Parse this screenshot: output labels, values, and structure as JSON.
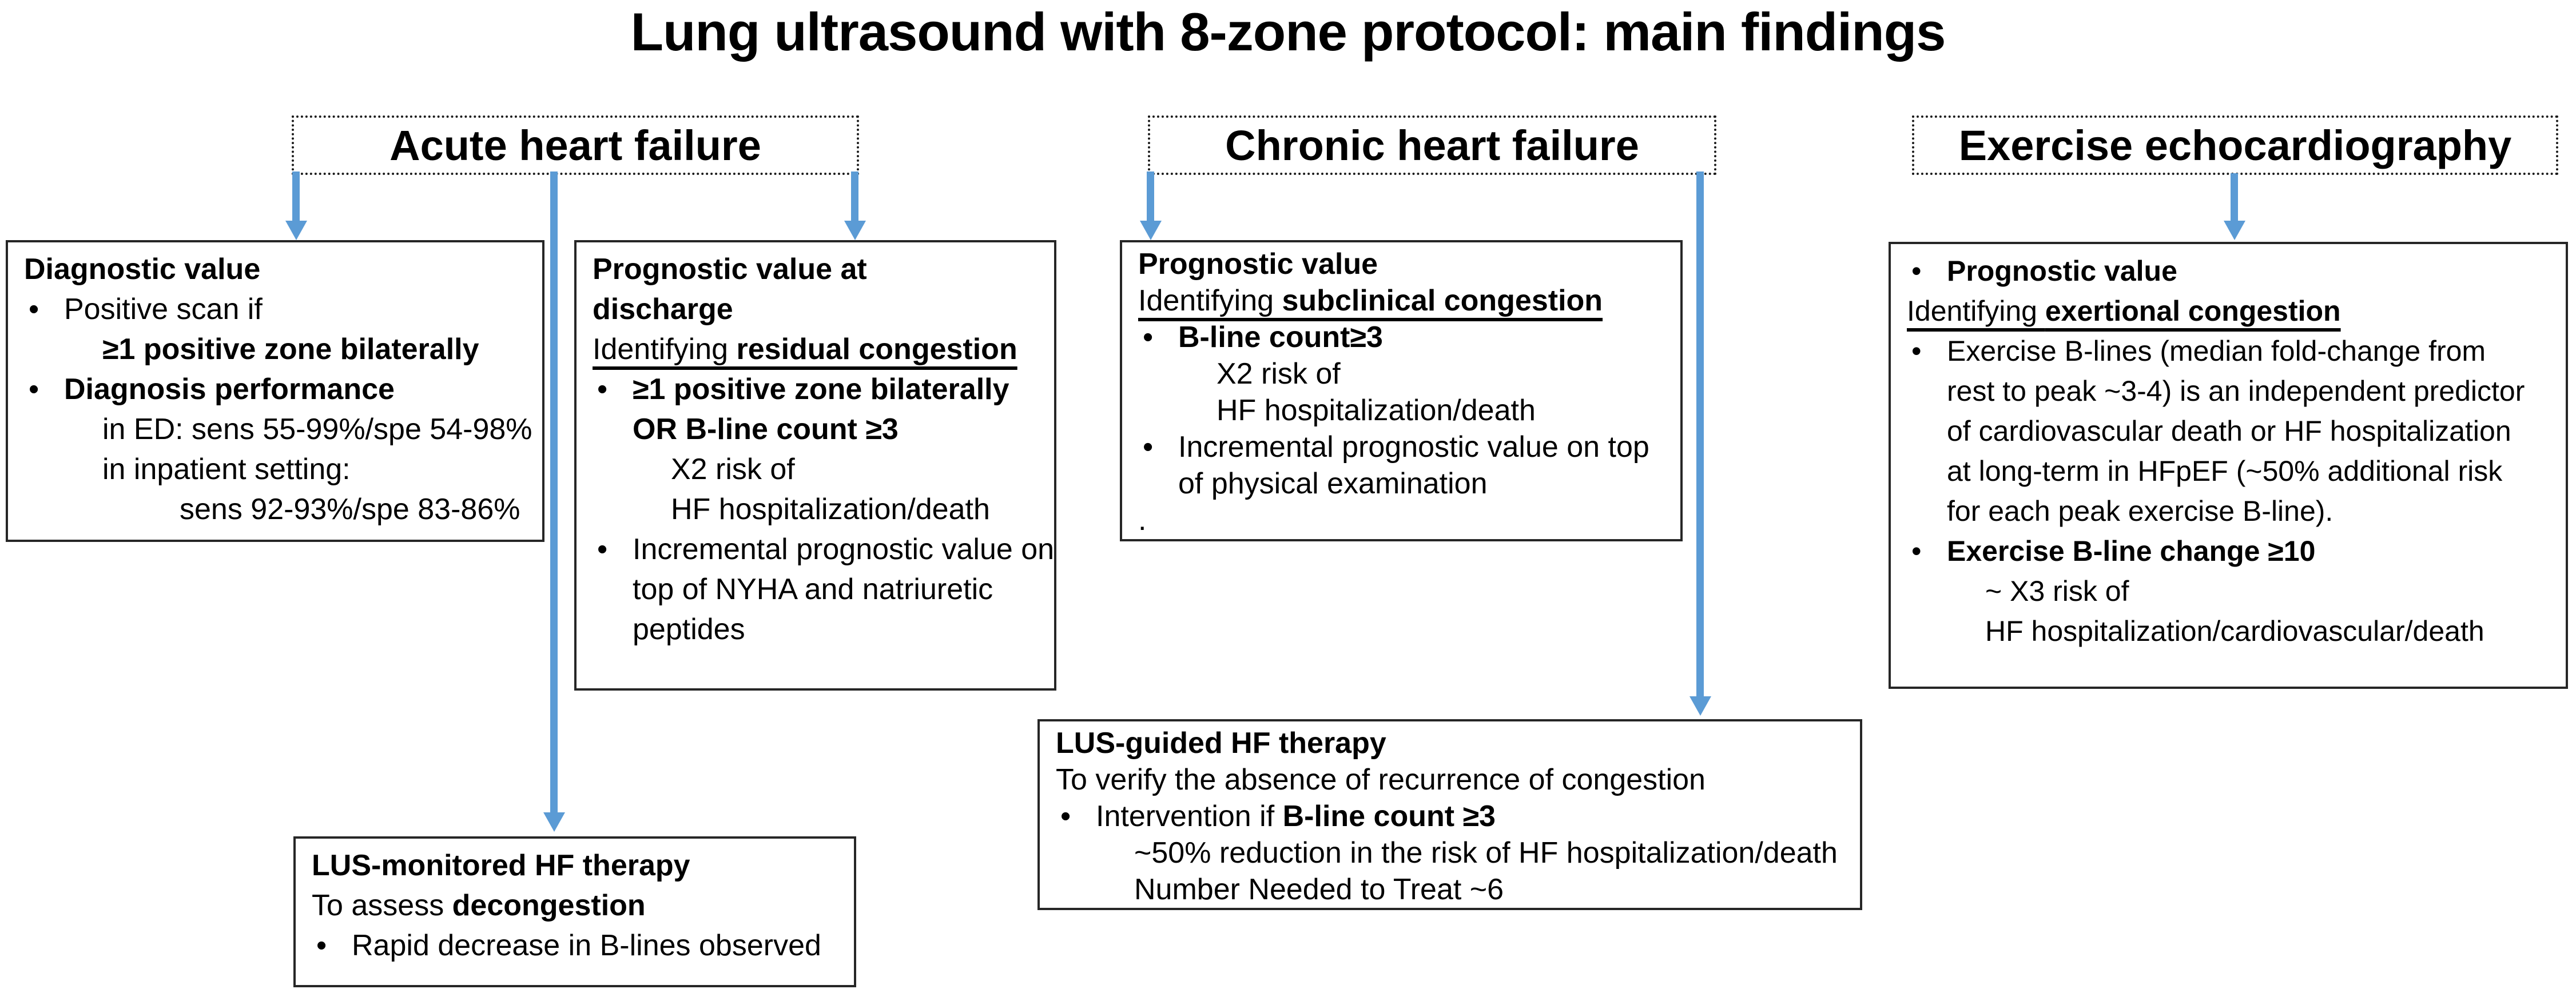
{
  "title": "Lung ultrasound with 8-zone protocol: main findings",
  "colors": {
    "arrow": "#5B9BD5",
    "box_border": "#262626"
  },
  "headers": [
    {
      "label": "Acute heart failure"
    },
    {
      "label": "Chronic heart failure"
    },
    {
      "label": "Exercise echocardiography"
    }
  ],
  "boxes": [
    {
      "name": "acute-diagnostic-value",
      "lines": [
        {
          "i": 0,
          "seg": [
            {
              "t": "Diagnostic value",
              "b": 1
            }
          ]
        },
        {
          "i": 1,
          "bullet": 1,
          "seg": [
            {
              "t": "Positive scan if"
            }
          ]
        },
        {
          "i": 2,
          "seg": [
            {
              "t": "≥1 positive zone bilaterally",
              "b": 1
            }
          ]
        },
        {
          "i": 1,
          "bullet": 1,
          "seg": [
            {
              "t": "Diagnosis performance",
              "b": 1
            }
          ]
        },
        {
          "i": 2,
          "seg": [
            {
              "t": "in ED: sens 55-99%/spe 54-98%"
            }
          ]
        },
        {
          "i": 2,
          "seg": [
            {
              "t": "in inpatient setting:"
            }
          ]
        },
        {
          "i": 3,
          "seg": [
            {
              "t": "sens 92-93%/spe 83-86%"
            }
          ]
        }
      ]
    },
    {
      "name": "acute-prognostic-value-at-discharge",
      "lines": [
        {
          "i": 0,
          "seg": [
            {
              "t": "Prognostic value at",
              "b": 1
            }
          ]
        },
        {
          "i": 0,
          "seg": [
            {
              "t": "discharge",
              "b": 1
            }
          ]
        },
        {
          "i": 0,
          "seg": [
            {
              "t": "Identifying ",
              "u": 1
            },
            {
              "t": "residual congestion",
              "b": 1,
              "u": 1
            }
          ]
        },
        {
          "i": 1,
          "bullet": 1,
          "seg": [
            {
              "t": "≥1 positive zone bilaterally",
              "b": 1
            }
          ]
        },
        {
          "i": 1,
          "seg": [
            {
              "t": "OR B-line count ≥3",
              "b": 1
            }
          ]
        },
        {
          "i": 2,
          "seg": [
            {
              "t": "X2 risk of"
            }
          ]
        },
        {
          "i": 2,
          "seg": [
            {
              "t": "HF hospitalization/death"
            }
          ]
        },
        {
          "i": 1,
          "bullet": 1,
          "seg": [
            {
              "t": "Incremental prognostic value on"
            }
          ]
        },
        {
          "i": 1,
          "seg": [
            {
              "t": "top of NYHA and natriuretic"
            }
          ]
        },
        {
          "i": 1,
          "seg": [
            {
              "t": "peptides"
            }
          ]
        }
      ]
    },
    {
      "name": "chronic-prognostic-value",
      "lines": [
        {
          "i": 0,
          "seg": [
            {
              "t": "Prognostic value",
              "b": 1
            }
          ]
        },
        {
          "i": 0,
          "seg": [
            {
              "t": "Identifying ",
              "u": 1
            },
            {
              "t": "subclinical congestion",
              "b": 1,
              "u": 1
            }
          ]
        },
        {
          "i": 1,
          "bullet": 1,
          "seg": [
            {
              "t": "B-line count≥3",
              "b": 1
            }
          ]
        },
        {
          "i": 2,
          "seg": [
            {
              "t": "X2 risk of"
            }
          ]
        },
        {
          "i": 2,
          "seg": [
            {
              "t": "HF hospitalization/death"
            }
          ]
        },
        {
          "i": 1,
          "bullet": 1,
          "seg": [
            {
              "t": "Incremental prognostic value on top"
            }
          ]
        },
        {
          "i": 1,
          "seg": [
            {
              "t": "of physical examination"
            }
          ]
        },
        {
          "i": 0,
          "seg": [
            {
              "t": "."
            }
          ]
        }
      ]
    },
    {
      "name": "exercise-prognostic-value",
      "lines": [
        {
          "i": 1,
          "bullet": 1,
          "seg": [
            {
              "t": "Prognostic value",
              "b": 1
            }
          ]
        },
        {
          "i": 0,
          "seg": [
            {
              "t": "Identifying ",
              "u": 1
            },
            {
              "t": "exertional congestion",
              "b": 1,
              "u": 1
            }
          ]
        },
        {
          "i": 1,
          "bullet": 1,
          "seg": [
            {
              "t": "Exercise B-lines (median fold-change from"
            }
          ]
        },
        {
          "i": 1,
          "seg": [
            {
              "t": "rest to peak ~3-4) is an independent predictor"
            }
          ]
        },
        {
          "i": 1,
          "seg": [
            {
              "t": "of cardiovascular death or HF hospitalization"
            }
          ]
        },
        {
          "i": 1,
          "seg": [
            {
              "t": "at long-term in HFpEF (~50% additional risk"
            }
          ]
        },
        {
          "i": 1,
          "seg": [
            {
              "t": "for each peak exercise B-line)."
            }
          ]
        },
        {
          "i": 1,
          "bullet": 1,
          "seg": [
            {
              "t": "Exercise B-line change ≥10",
              "b": 1
            }
          ]
        },
        {
          "i": 2,
          "seg": [
            {
              "t": "~ X3 risk of"
            }
          ]
        },
        {
          "i": 2,
          "seg": [
            {
              "t": "HF hospitalization/cardiovascular/death"
            }
          ]
        }
      ]
    },
    {
      "name": "lus-guided-hf-therapy",
      "lines": [
        {
          "i": 0,
          "seg": [
            {
              "t": "LUS-guided HF therapy",
              "b": 1
            }
          ]
        },
        {
          "i": 0,
          "seg": [
            {
              "t": "To verify the absence of recurrence of congestion"
            }
          ]
        },
        {
          "i": 1,
          "bullet": 1,
          "seg": [
            {
              "t": "Intervention if "
            },
            {
              "t": "B-line count ≥3",
              "b": 1
            }
          ]
        },
        {
          "i": 2,
          "seg": [
            {
              "t": "~50% reduction in the risk of HF hospitalization/death"
            }
          ]
        },
        {
          "i": 2,
          "seg": [
            {
              "t": "Number Needed to Treat ~6"
            }
          ]
        }
      ]
    },
    {
      "name": "lus-monitored-hf-therapy",
      "lines": [
        {
          "i": 0,
          "seg": [
            {
              "t": "LUS-monitored HF therapy",
              "b": 1
            }
          ]
        },
        {
          "i": 0,
          "seg": [
            {
              "t": "To assess "
            },
            {
              "t": "decongestion",
              "b": 1
            }
          ]
        },
        {
          "i": 1,
          "bullet": 1,
          "seg": [
            {
              "t": "Rapid decrease in B-lines observed"
            }
          ]
        }
      ]
    }
  ]
}
